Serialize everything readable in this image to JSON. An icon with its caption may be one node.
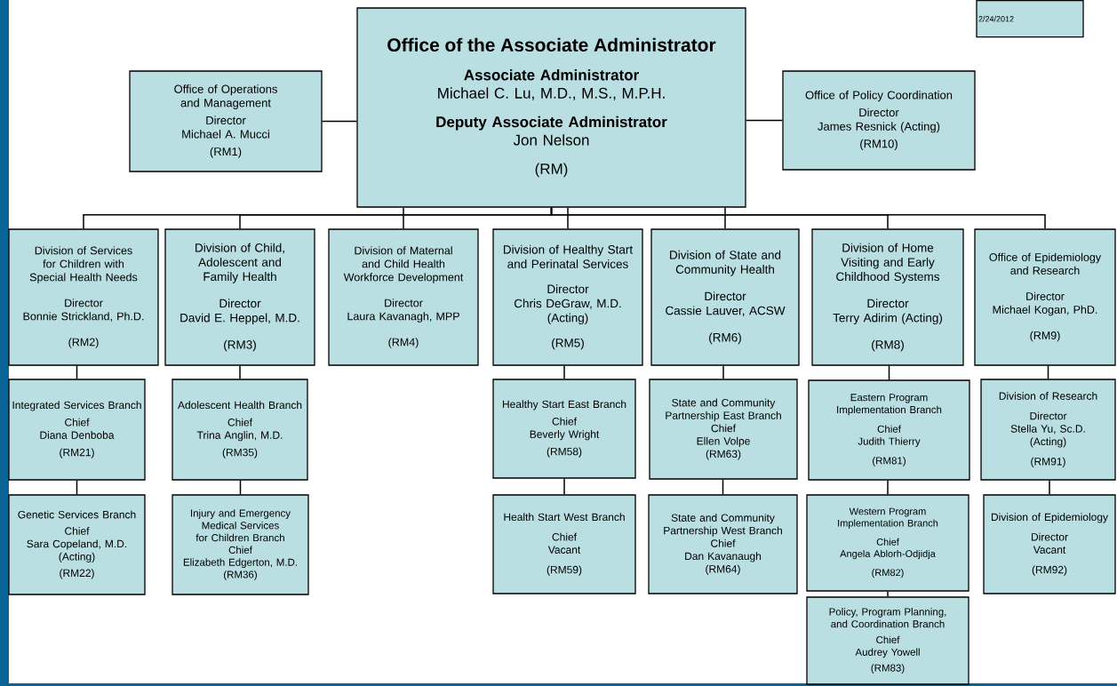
{
  "diagram": {
    "nodes": [
      {
        "text": [
          "Office of the Associate Administrator",
          "Associate Administrator",
          "Michael C. Lu, M.D., M.S., M.P.H.",
          "Deputy Associate Administrator",
          "Jon Nelson",
          "(RM)"
        ]
      },
      {
        "text": [
          "Office of Operations and Management",
          "Director",
          "Michael A. Mucci",
          "(RM1)"
        ]
      },
      {
        "text": [
          "Office of Policy Coordination",
          "Director",
          "James Resnick (Acting)",
          "(RM10)"
        ]
      },
      {
        "text": [
          "2/24/2012"
        ]
      },
      {
        "text": [
          "Division of Services for Children with Special Health Needs",
          "Director",
          "Bonnie Strickland, Ph.D.",
          "(RM2)"
        ]
      },
      {
        "text": [
          "Division of Child, Adolescent and Family Health",
          "Director",
          "David E. Heppel, M.D.",
          "(RM3)"
        ]
      },
      {
        "text": [
          "Division of Maternal and Child Health Workforce Development",
          "Director",
          "Laura Kavanagh, MPP",
          "(RM4)"
        ]
      },
      {
        "text": [
          "Division of Healthy Start and Perinatal Services",
          "Director",
          "Chris DeGraw, M.D.",
          "(Acting)",
          "(RM5)"
        ]
      },
      {
        "text": [
          "Division of State and Community Health",
          "Director",
          "Cassie Lauver, ACSW",
          "(RM6)"
        ]
      },
      {
        "text": [
          "Division of Home Visiting and Early Childhood Systems",
          "Director",
          "Terry Adirim (Acting)",
          "(RM8)"
        ]
      },
      {
        "text": [
          "Office of Epidemiology and Research",
          "Director",
          "Michael Kogan, PhD.",
          "(RM9)"
        ]
      },
      {
        "text": [
          "Integrated Services Branch",
          "Chief",
          "Diana Denboba",
          "(RM21)"
        ]
      },
      {
        "text": [
          "Adolescent Health Branch",
          "Chief",
          "Trina Anglin, M.D.",
          "(RM35)"
        ]
      },
      {
        "text": [
          "Healthy Start East Branch",
          "Chief",
          "Beverly Wright",
          "(RM58)"
        ]
      },
      {
        "text": [
          "State and Community Partnership East Branch",
          "Chief",
          "Ellen Volpe",
          "(RM63)"
        ]
      },
      {
        "text": [
          "Eastern Program Implementation Branch",
          "Chief",
          "Judith Thierry",
          "(RM81)"
        ]
      },
      {
        "text": [
          "Division of Research",
          "Director",
          "Stella Yu, Sc.D.",
          "(Acting)",
          "(RM91)"
        ]
      },
      {
        "text": [
          "Genetic Services Branch",
          "Chief",
          "Sara Copeland, M.D.",
          "(Acting)",
          "(RM22)"
        ]
      },
      {
        "text": [
          "Injury and Emergency Medical Services for Children Branch",
          "Chief",
          "Elizabeth Edgerton, M.D.",
          "(RM36)"
        ]
      },
      {
        "text": [
          "Health Start West Branch",
          "Chief",
          "Vacant",
          "(RM59)"
        ]
      },
      {
        "text": [
          "State and Community Partnership West Branch",
          "Chief",
          "Dan Kavanaugh",
          "(RM64)"
        ]
      },
      {
        "text": [
          "Western Program Implementation Branch",
          "Chief",
          "Angela Ablorh-Odjidja",
          "(RM82)"
        ]
      },
      {
        "text": [
          "Division of Epidemiology",
          "Director",
          "Vacant",
          "(RM92)"
        ]
      },
      {
        "text": [
          "Policy, Program Planning, and Coordination Branch",
          "Chief",
          "Audrey Yowell",
          "(RM83)"
        ]
      }
    ],
    "edges": [
      {
        "from": 0,
        "to": 1,
        "arrow": "none"
      },
      {
        "from": 0,
        "to": 2,
        "arrow": "none"
      },
      {
        "from": 0,
        "to": 4,
        "arrow": "none"
      },
      {
        "from": 0,
        "to": 5,
        "arrow": "none"
      },
      {
        "from": 0,
        "to": 6,
        "arrow": "none"
      },
      {
        "from": 0,
        "to": 7,
        "arrow": "none"
      },
      {
        "from": 0,
        "to": 8,
        "arrow": "none"
      },
      {
        "from": 0,
        "to": 9,
        "arrow": "none"
      },
      {
        "from": 0,
        "to": 10,
        "arrow": "none"
      },
      {
        "from": 4,
        "to": 11,
        "arrow": "none"
      },
      {
        "from": 11,
        "to": 17,
        "arrow": "none"
      },
      {
        "from": 5,
        "to": 12,
        "arrow": "none"
      },
      {
        "from": 12,
        "to": 18,
        "arrow": "none"
      },
      {
        "from": 7,
        "to": 13,
        "arrow": "none"
      },
      {
        "from": 13,
        "to": 19,
        "arrow": "none"
      },
      {
        "from": 8,
        "to": 14,
        "arrow": "none"
      },
      {
        "from": 14,
        "to": 20,
        "arrow": "none"
      },
      {
        "from": 9,
        "to": 15,
        "arrow": "none"
      },
      {
        "from": 15,
        "to": 21,
        "arrow": "none"
      },
      {
        "from": 21,
        "to": 23,
        "arrow": "none"
      },
      {
        "from": 10,
        "to": 16,
        "arrow": "none"
      },
      {
        "from": 16,
        "to": 22,
        "arrow": "none"
      }
    ]
  }
}
